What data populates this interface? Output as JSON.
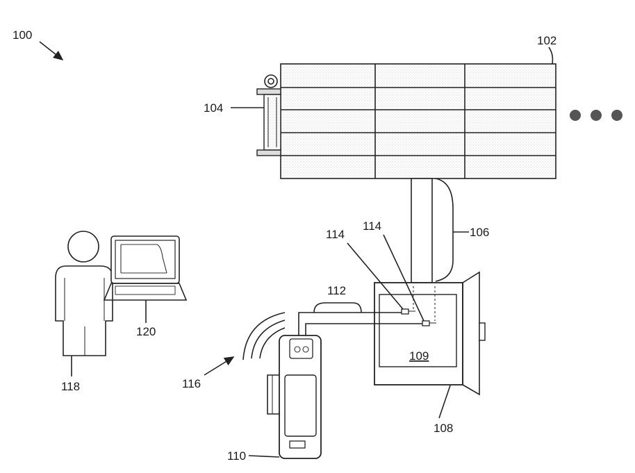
{
  "labels": {
    "system": "100",
    "panel_array": "102",
    "tracker": "104",
    "conduit": "106",
    "enclosure": "108",
    "enclosure_interior": "109",
    "handheld_device": "110",
    "cable": "112",
    "connector_a": "114",
    "connector_b": "114",
    "wireless": "116",
    "user": "118",
    "computer": "120"
  }
}
